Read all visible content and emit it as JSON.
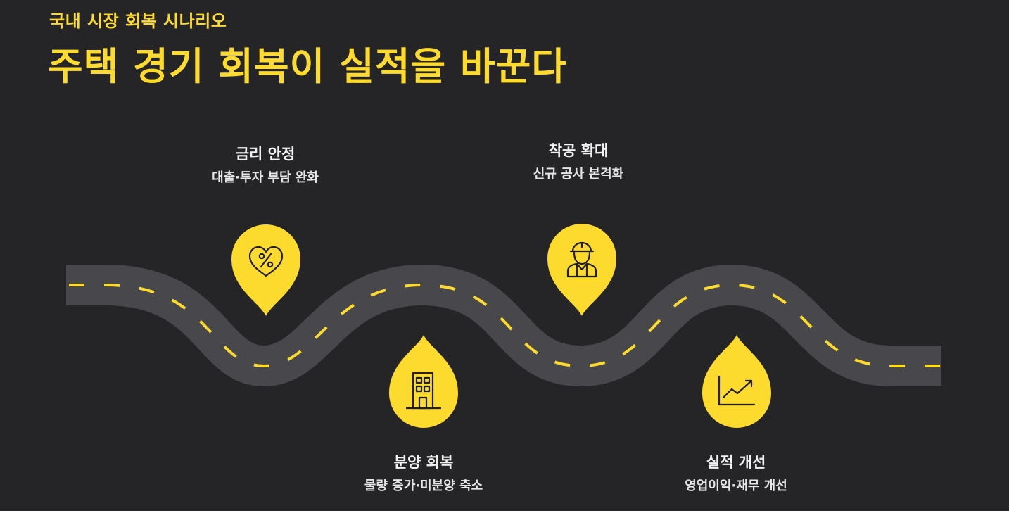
{
  "header": {
    "eyebrow": "국내 시장 회복 시나리오",
    "headline": "주택 경기 회복이 실적을 바꾼다"
  },
  "colors": {
    "background": "#252528",
    "accent": "#FDDB2E",
    "road": "#48474C",
    "text": "#F2F2F2"
  },
  "milestones": [
    {
      "title": "금리 안정",
      "subtitle": "대출·투자 부담 완화",
      "icon": "heart-percent-icon"
    },
    {
      "title": "분양 회복",
      "subtitle": "물량 증가·미분양 축소",
      "icon": "building-icon"
    },
    {
      "title": "착공 확대",
      "subtitle": "신규 공사 본격화",
      "icon": "construction-worker-icon"
    },
    {
      "title": "실적 개선",
      "subtitle": "영업이익·재무 개선",
      "icon": "trend-chart-icon"
    }
  ]
}
